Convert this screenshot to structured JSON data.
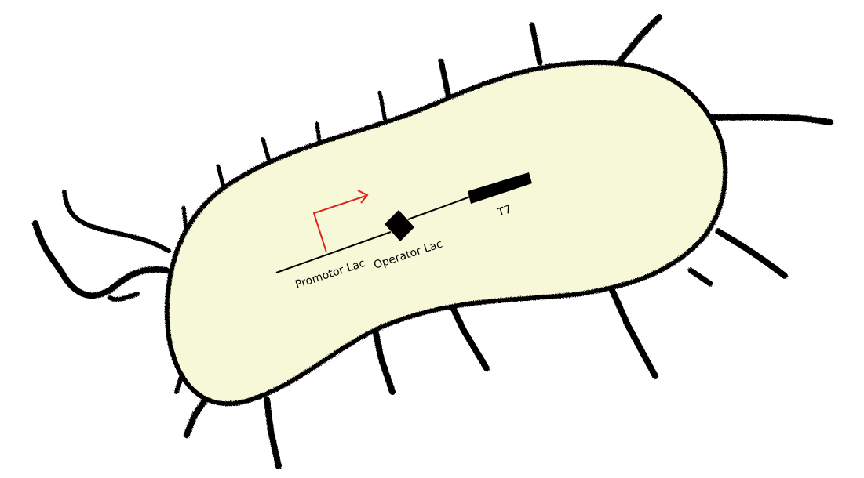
{
  "diagram": {
    "colors": {
      "background": "#ffffff",
      "cell_fill": "#f7f8d7",
      "cell_outline": "#000000",
      "dna": "#000000",
      "promoter_arrow": "#e02020"
    },
    "icons": {
      "cell": "bacterium-icon",
      "flagella": "flagellum-icon",
      "promoter": "promoter-arrow-icon",
      "operator": "operator-diamond-icon",
      "terminator": "terminator-block-icon"
    },
    "labels": {
      "promoter": "Promotor Lac",
      "operator": "Operator Lac",
      "terminator": "T7"
    }
  }
}
